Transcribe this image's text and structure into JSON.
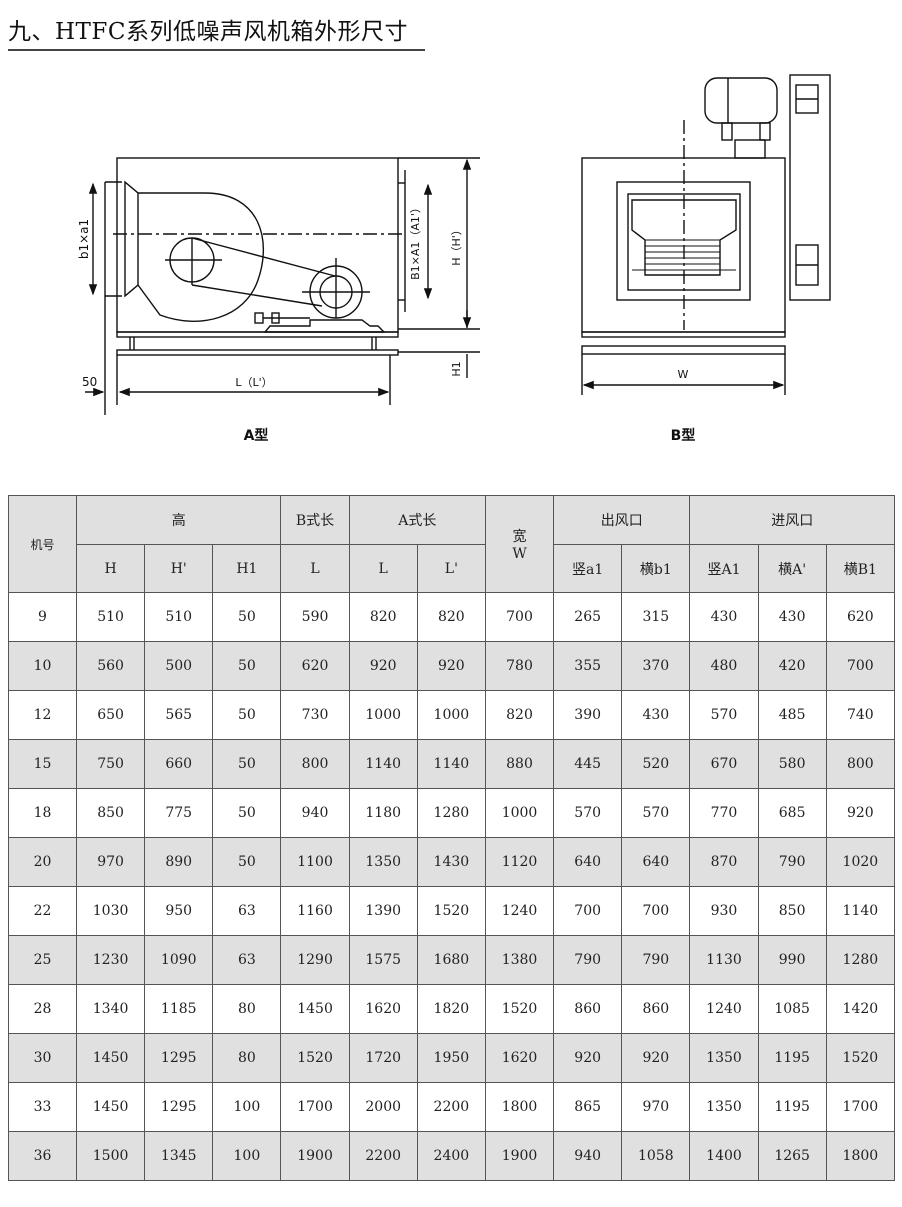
{
  "title": "九、HTFC系列低噪声风机箱外形尺寸",
  "drawing": {
    "a_type": {
      "caption": "A型",
      "dim_outlet": "b1×a1",
      "dim_inlet": "B1×A1（A1'）",
      "dim_height": "H（H'）",
      "dim_base": "H1",
      "dim_offset": "50",
      "dim_length": "L（L'）"
    },
    "b_type": {
      "caption": "B型",
      "dim_width": "W"
    }
  },
  "table": {
    "header": {
      "model": "机号",
      "height_group": "高",
      "b_length_group": "B式长",
      "a_length_group": "A式长",
      "width": "宽",
      "width_sub": "W",
      "outlet_group": "出风口",
      "inlet_group": "进风口",
      "sub": [
        "H",
        "H'",
        "H1",
        "L",
        "L",
        "L'",
        "竖a1",
        "横b1",
        "竖A1",
        "横A'",
        "横B1"
      ]
    },
    "rows": [
      [
        "9",
        "510",
        "510",
        "50",
        "590",
        "820",
        "820",
        "700",
        "265",
        "315",
        "430",
        "430",
        "620"
      ],
      [
        "10",
        "560",
        "500",
        "50",
        "620",
        "920",
        "920",
        "780",
        "355",
        "370",
        "480",
        "420",
        "700"
      ],
      [
        "12",
        "650",
        "565",
        "50",
        "730",
        "1000",
        "1000",
        "820",
        "390",
        "430",
        "570",
        "485",
        "740"
      ],
      [
        "15",
        "750",
        "660",
        "50",
        "800",
        "1140",
        "1140",
        "880",
        "445",
        "520",
        "670",
        "580",
        "800"
      ],
      [
        "18",
        "850",
        "775",
        "50",
        "940",
        "1180",
        "1280",
        "1000",
        "570",
        "570",
        "770",
        "685",
        "920"
      ],
      [
        "20",
        "970",
        "890",
        "50",
        "1100",
        "1350",
        "1430",
        "1120",
        "640",
        "640",
        "870",
        "790",
        "1020"
      ],
      [
        "22",
        "1030",
        "950",
        "63",
        "1160",
        "1390",
        "1520",
        "1240",
        "700",
        "700",
        "930",
        "850",
        "1140"
      ],
      [
        "25",
        "1230",
        "1090",
        "63",
        "1290",
        "1575",
        "1680",
        "1380",
        "790",
        "790",
        "1130",
        "990",
        "1280"
      ],
      [
        "28",
        "1340",
        "1185",
        "80",
        "1450",
        "1620",
        "1820",
        "1520",
        "860",
        "860",
        "1240",
        "1085",
        "1420"
      ],
      [
        "30",
        "1450",
        "1295",
        "80",
        "1520",
        "1720",
        "1950",
        "1620",
        "920",
        "920",
        "1350",
        "1195",
        "1520"
      ],
      [
        "33",
        "1450",
        "1295",
        "100",
        "1700",
        "2000",
        "2200",
        "1800",
        "865",
        "970",
        "1350",
        "1195",
        "1700"
      ],
      [
        "36",
        "1500",
        "1345",
        "100",
        "1900",
        "2200",
        "2400",
        "1900",
        "940",
        "1058",
        "1400",
        "1265",
        "1800"
      ]
    ]
  }
}
